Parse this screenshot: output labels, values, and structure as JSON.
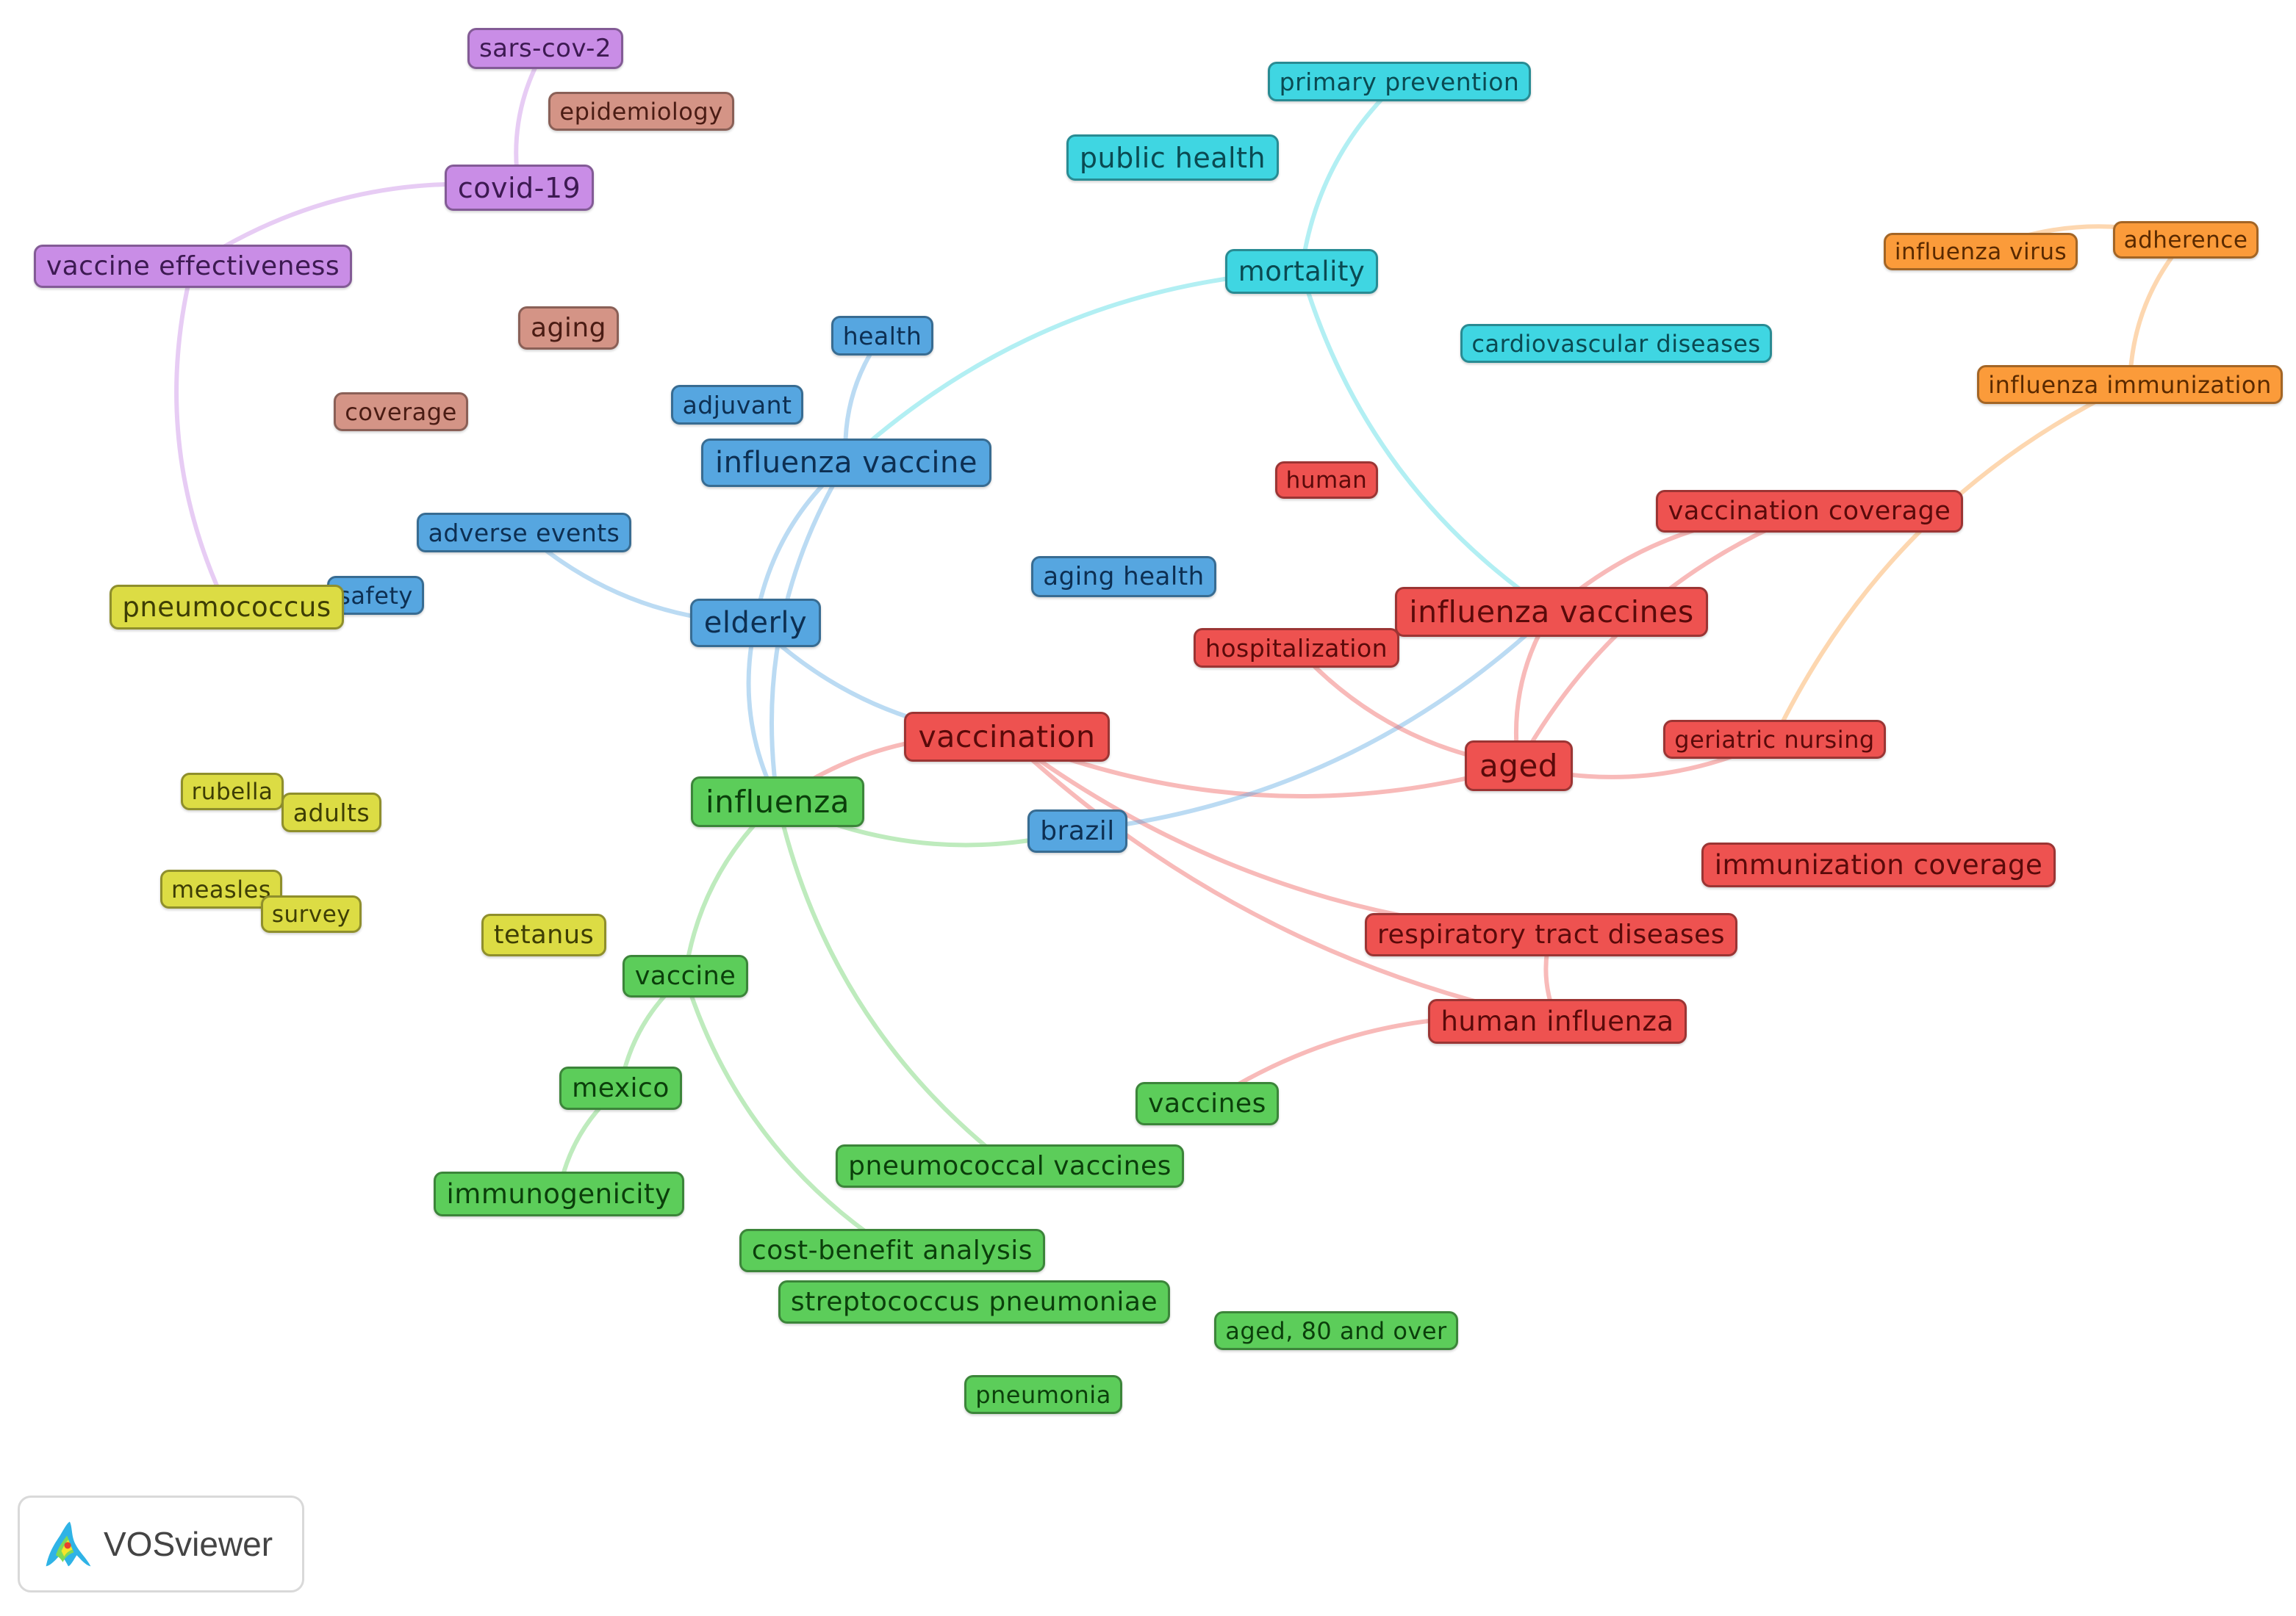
{
  "brand": {
    "name": "VOSviewer",
    "logo_icon": "vosviewer-logo-icon"
  },
  "clusters": {
    "purple": {
      "fill": "#c98de6",
      "text": "#3d1a52"
    },
    "brown": {
      "fill": "#d49486",
      "text": "#4a1c14"
    },
    "cyan": {
      "fill": "#3fd6e2",
      "text": "#0a4a52"
    },
    "blue": {
      "fill": "#56a6e0",
      "text": "#0d2f52"
    },
    "red": {
      "fill": "#ee5250",
      "text": "#5a0a0a"
    },
    "orange": {
      "fill": "#fb9b3a",
      "text": "#5a2a00"
    },
    "yellow": {
      "fill": "#dcdc44",
      "text": "#3e3e05"
    },
    "green": {
      "fill": "#5ccd5a",
      "text": "#0b3f0b"
    }
  },
  "nodes": [
    {
      "id": "sars-cov-2",
      "label": "sars-cov-2",
      "cluster": "purple"
    },
    {
      "id": "epidemiology",
      "label": "epidemiology",
      "cluster": "brown"
    },
    {
      "id": "covid-19",
      "label": "covid-19",
      "cluster": "purple"
    },
    {
      "id": "vaccine-effectiveness",
      "label": "vaccine effectiveness",
      "cluster": "purple"
    },
    {
      "id": "aging",
      "label": "aging",
      "cluster": "brown"
    },
    {
      "id": "coverage",
      "label": "coverage",
      "cluster": "brown"
    },
    {
      "id": "primary-prevention",
      "label": "primary prevention",
      "cluster": "cyan"
    },
    {
      "id": "public-health",
      "label": "public health",
      "cluster": "cyan"
    },
    {
      "id": "mortality",
      "label": "mortality",
      "cluster": "cyan"
    },
    {
      "id": "cardiovascular-diseases",
      "label": "cardiovascular diseases",
      "cluster": "cyan"
    },
    {
      "id": "influenza-virus",
      "label": "influenza virus",
      "cluster": "orange"
    },
    {
      "id": "adherence",
      "label": "adherence",
      "cluster": "orange"
    },
    {
      "id": "influenza-immunization",
      "label": "influenza immunization",
      "cluster": "orange"
    },
    {
      "id": "health",
      "label": "health",
      "cluster": "blue"
    },
    {
      "id": "adjuvant",
      "label": "adjuvant",
      "cluster": "blue"
    },
    {
      "id": "influenza-vaccine",
      "label": "influenza vaccine",
      "cluster": "blue"
    },
    {
      "id": "adverse-events",
      "label": "adverse events",
      "cluster": "blue"
    },
    {
      "id": "safety",
      "label": "safety",
      "cluster": "blue"
    },
    {
      "id": "pneumococcus",
      "label": "pneumococcus",
      "cluster": "yellow"
    },
    {
      "id": "elderly",
      "label": "elderly",
      "cluster": "blue"
    },
    {
      "id": "aging-health",
      "label": "aging health",
      "cluster": "blue"
    },
    {
      "id": "human",
      "label": "human",
      "cluster": "red"
    },
    {
      "id": "vaccination-coverage",
      "label": "vaccination coverage",
      "cluster": "red"
    },
    {
      "id": "influenza-vaccines",
      "label": "influenza vaccines",
      "cluster": "red"
    },
    {
      "id": "hospitalization",
      "label": "hospitalization",
      "cluster": "red"
    },
    {
      "id": "vaccination",
      "label": "vaccination",
      "cluster": "red"
    },
    {
      "id": "aged",
      "label": "aged",
      "cluster": "red"
    },
    {
      "id": "geriatric-nursing",
      "label": "geriatric nursing",
      "cluster": "red"
    },
    {
      "id": "influenza",
      "label": "influenza",
      "cluster": "green"
    },
    {
      "id": "brazil",
      "label": "brazil",
      "cluster": "blue"
    },
    {
      "id": "rubella",
      "label": "rubella",
      "cluster": "yellow"
    },
    {
      "id": "adults",
      "label": "adults",
      "cluster": "yellow"
    },
    {
      "id": "measles",
      "label": "measles",
      "cluster": "yellow"
    },
    {
      "id": "survey",
      "label": "survey",
      "cluster": "yellow"
    },
    {
      "id": "tetanus",
      "label": "tetanus",
      "cluster": "yellow"
    },
    {
      "id": "vaccine",
      "label": "vaccine",
      "cluster": "green"
    },
    {
      "id": "immunization-coverage",
      "label": "immunization coverage",
      "cluster": "red"
    },
    {
      "id": "respiratory-tract-diseases",
      "label": "respiratory tract diseases",
      "cluster": "red"
    },
    {
      "id": "human-influenza",
      "label": "human influenza",
      "cluster": "red"
    },
    {
      "id": "mexico",
      "label": "mexico",
      "cluster": "green"
    },
    {
      "id": "vaccines",
      "label": "vaccines",
      "cluster": "green"
    },
    {
      "id": "immunogenicity",
      "label": "immunogenicity",
      "cluster": "green"
    },
    {
      "id": "pneumococcal-vaccines",
      "label": "pneumococcal vaccines",
      "cluster": "green"
    },
    {
      "id": "cost-benefit-analysis",
      "label": "cost-benefit analysis",
      "cluster": "green"
    },
    {
      "id": "streptococcus-pneumoniae",
      "label": "streptococcus pneumoniae",
      "cluster": "green"
    },
    {
      "id": "aged-80-and-over",
      "label": "aged, 80 and over",
      "cluster": "green"
    },
    {
      "id": "pneumonia",
      "label": "pneumonia",
      "cluster": "green"
    }
  ],
  "links": [
    [
      "sars-cov-2",
      "covid-19"
    ],
    [
      "covid-19",
      "vaccine-effectiveness"
    ],
    [
      "vaccine-effectiveness",
      "pneumococcus"
    ],
    [
      "primary-prevention",
      "mortality"
    ],
    [
      "mortality",
      "influenza-vaccine"
    ],
    [
      "mortality",
      "influenza-vaccines"
    ],
    [
      "adherence",
      "influenza-virus"
    ],
    [
      "adherence",
      "influenza-immunization"
    ],
    [
      "influenza-immunization",
      "geriatric-nursing"
    ],
    [
      "health",
      "influenza-vaccine"
    ],
    [
      "influenza-vaccine",
      "elderly"
    ],
    [
      "influenza-vaccine",
      "influenza"
    ],
    [
      "adverse-events",
      "elderly"
    ],
    [
      "elderly",
      "influenza"
    ],
    [
      "elderly",
      "vaccination"
    ],
    [
      "vaccination",
      "influenza"
    ],
    [
      "vaccination",
      "aged"
    ],
    [
      "vaccination",
      "respiratory-tract-diseases"
    ],
    [
      "vaccination",
      "human-influenza"
    ],
    [
      "influenza",
      "brazil"
    ],
    [
      "brazil",
      "influenza-vaccines"
    ],
    [
      "influenza",
      "vaccine"
    ],
    [
      "influenza",
      "pneumococcal-vaccines"
    ],
    [
      "vaccine",
      "mexico"
    ],
    [
      "mexico",
      "immunogenicity"
    ],
    [
      "vaccine",
      "cost-benefit-analysis"
    ],
    [
      "vaccination-coverage",
      "aged"
    ],
    [
      "vaccination-coverage",
      "influenza-vaccines"
    ],
    [
      "influenza-vaccines",
      "aged"
    ],
    [
      "hospitalization",
      "aged"
    ],
    [
      "aged",
      "geriatric-nursing"
    ],
    [
      "respiratory-tract-diseases",
      "human-influenza"
    ],
    [
      "human-influenza",
      "vaccines"
    ]
  ]
}
